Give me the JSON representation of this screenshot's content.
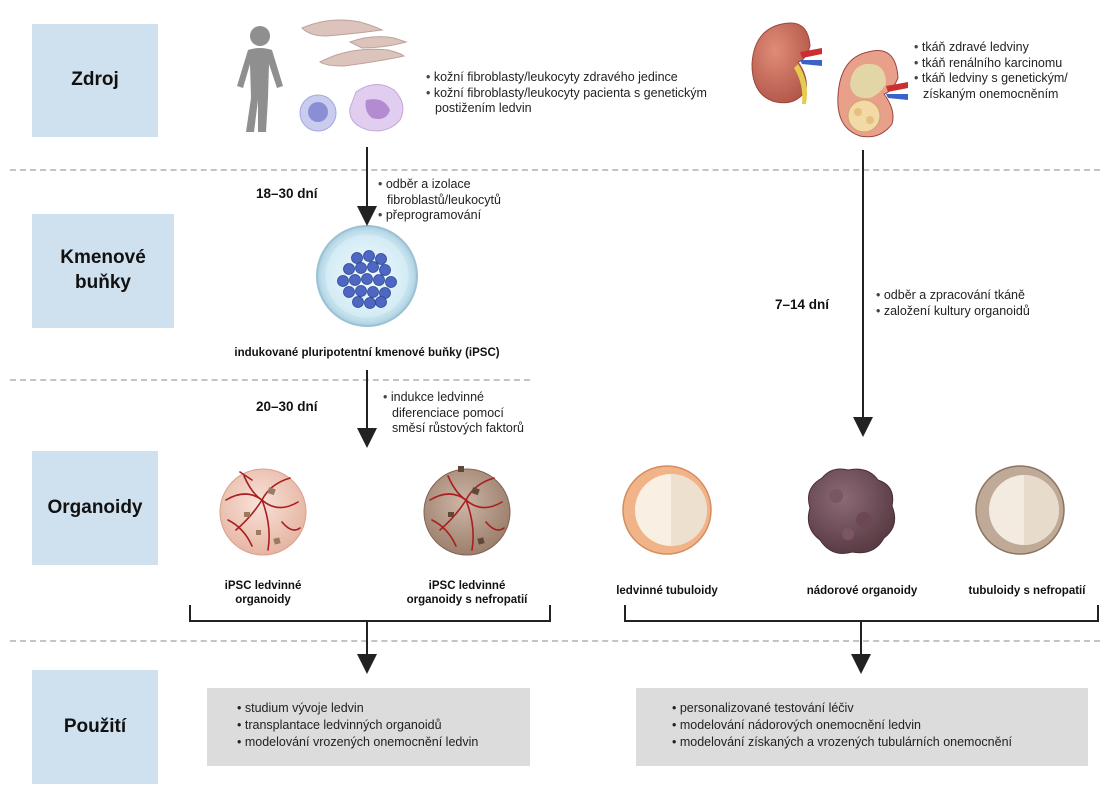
{
  "stages": {
    "source": "Zdroj",
    "stem_cells": "Kmenové buňky",
    "organoids": "Organoidy",
    "use": "Použití"
  },
  "left_branch": {
    "source_bullets": [
      "kožní fibroblasty/leukocyty zdravého jedince",
      "kožní fibroblasty/leukocyty pacienta s genetickým",
      "postižením ledvin"
    ],
    "step1_days": "18–30 dní",
    "step1_bullets": [
      "odběr a izolace",
      "fibroblastů/leukocytů",
      "přeprogramování"
    ],
    "ipsc_caption": "indukované pluripotentní kmenové buňky (iPSC)",
    "step2_days": "20–30 dní",
    "step2_bullets": [
      "indukce ledvinné",
      "diferenciace pomocí",
      "směsí růstových faktorů"
    ],
    "organoid1_caption": [
      "iPSC ledvinné",
      "organoidy"
    ],
    "organoid2_caption": [
      "iPSC ledvinné",
      "organoidy s nefropatií"
    ],
    "use_bullets": [
      "studium vývoje ledvin",
      "transplantace ledvinných organoidů",
      "modelování vrozených onemocnění ledvin"
    ]
  },
  "right_branch": {
    "source_bullets": [
      "tkáň zdravé ledviny",
      "tkáň renálního karcinomu",
      "tkáň ledviny s genetickým/",
      "získaným onemocněním"
    ],
    "step_days": "7–14 dní",
    "step_bullets": [
      "odběr a zpracování tkáně",
      "založení kultury organoidů"
    ],
    "organoid1_caption": "ledvinné tubuloidy",
    "organoid2_caption": "nádorové organoidy",
    "organoid3_caption": "tubuloidy s nefropatií",
    "use_bullets": [
      "personalizované testování léčiv",
      "modelování nádorových onemocnění ledvin",
      "modelování získaných a vrozených tubulárních onemocnění"
    ]
  },
  "icons": [
    "human-figure-icon",
    "fibroblast-cell-icon",
    "leukocyte-icon",
    "macrophage-icon",
    "kidney-icon",
    "kidney-cross-section-icon",
    "petri-dish-icon",
    "organoid-icon"
  ],
  "colors": {
    "stage_box": "#cfe0ee",
    "use_box": "#dcdcdc",
    "arrow": "#222222",
    "divider": "#c4c4c4"
  }
}
